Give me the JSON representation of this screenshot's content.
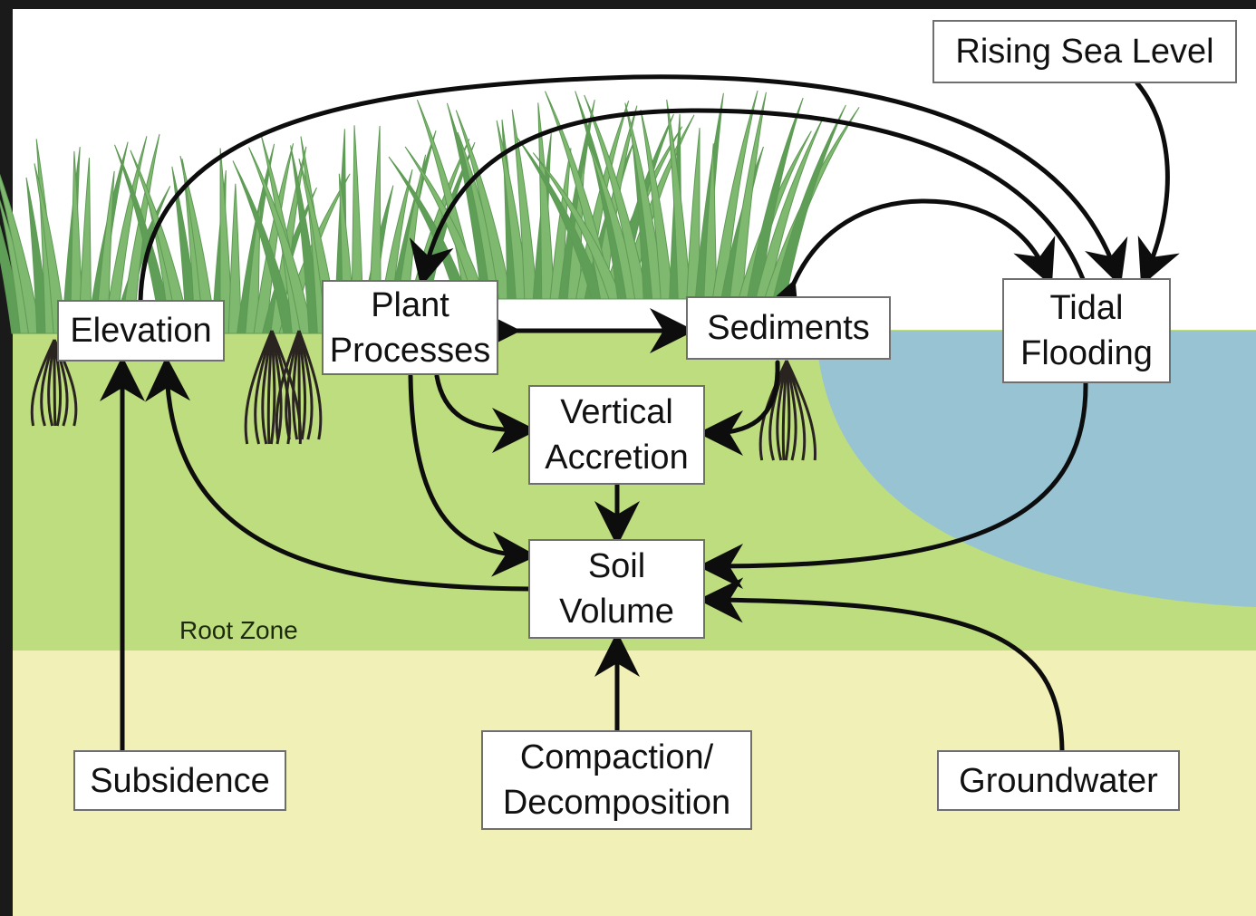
{
  "colors": {
    "frame": "#1a1a1a",
    "sky": "#ffffff",
    "marsh_soil": "#bddd7f",
    "deep_soil": "#f1f0b6",
    "water": "#97c3d2",
    "grass": "#7fb970",
    "grass_dark": "#5e9e56",
    "roots": "#2a2420",
    "arrows": "#0d0d0d"
  },
  "zones": {
    "root_zone": "Root Zone"
  },
  "nodes": {
    "rising_sea_level": "Rising Sea Level",
    "elevation": "Elevation",
    "plant_processes": "Plant\nProcesses",
    "sediments": "Sediments",
    "tidal_flooding": "Tidal\nFlooding",
    "vertical_accretion": "Vertical\nAccretion",
    "soil_volume": "Soil\nVolume",
    "subsidence": "Subsidence",
    "compaction_decomposition": "Compaction/\nDecomposition",
    "groundwater": "Groundwater"
  },
  "edges": [
    {
      "from": "elevation",
      "to": "tidal_flooding"
    },
    {
      "from": "tidal_flooding",
      "to": "plant_processes"
    },
    {
      "from": "rising_sea_level",
      "to": "tidal_flooding"
    },
    {
      "from": "tidal_flooding",
      "to": "sediments"
    },
    {
      "from": "sediments",
      "to": "tidal_flooding"
    },
    {
      "from": "plant_processes",
      "to": "sediments"
    },
    {
      "from": "sediments",
      "to": "plant_processes"
    },
    {
      "from": "plant_processes",
      "to": "vertical_accretion"
    },
    {
      "from": "sediments",
      "to": "vertical_accretion"
    },
    {
      "from": "plant_processes",
      "to": "soil_volume"
    },
    {
      "from": "vertical_accretion",
      "to": "soil_volume"
    },
    {
      "from": "tidal_flooding",
      "to": "soil_volume"
    },
    {
      "from": "soil_volume",
      "to": "elevation"
    },
    {
      "from": "subsidence",
      "to": "elevation"
    },
    {
      "from": "compaction_decomposition",
      "to": "soil_volume"
    },
    {
      "from": "groundwater",
      "to": "soil_volume"
    }
  ]
}
